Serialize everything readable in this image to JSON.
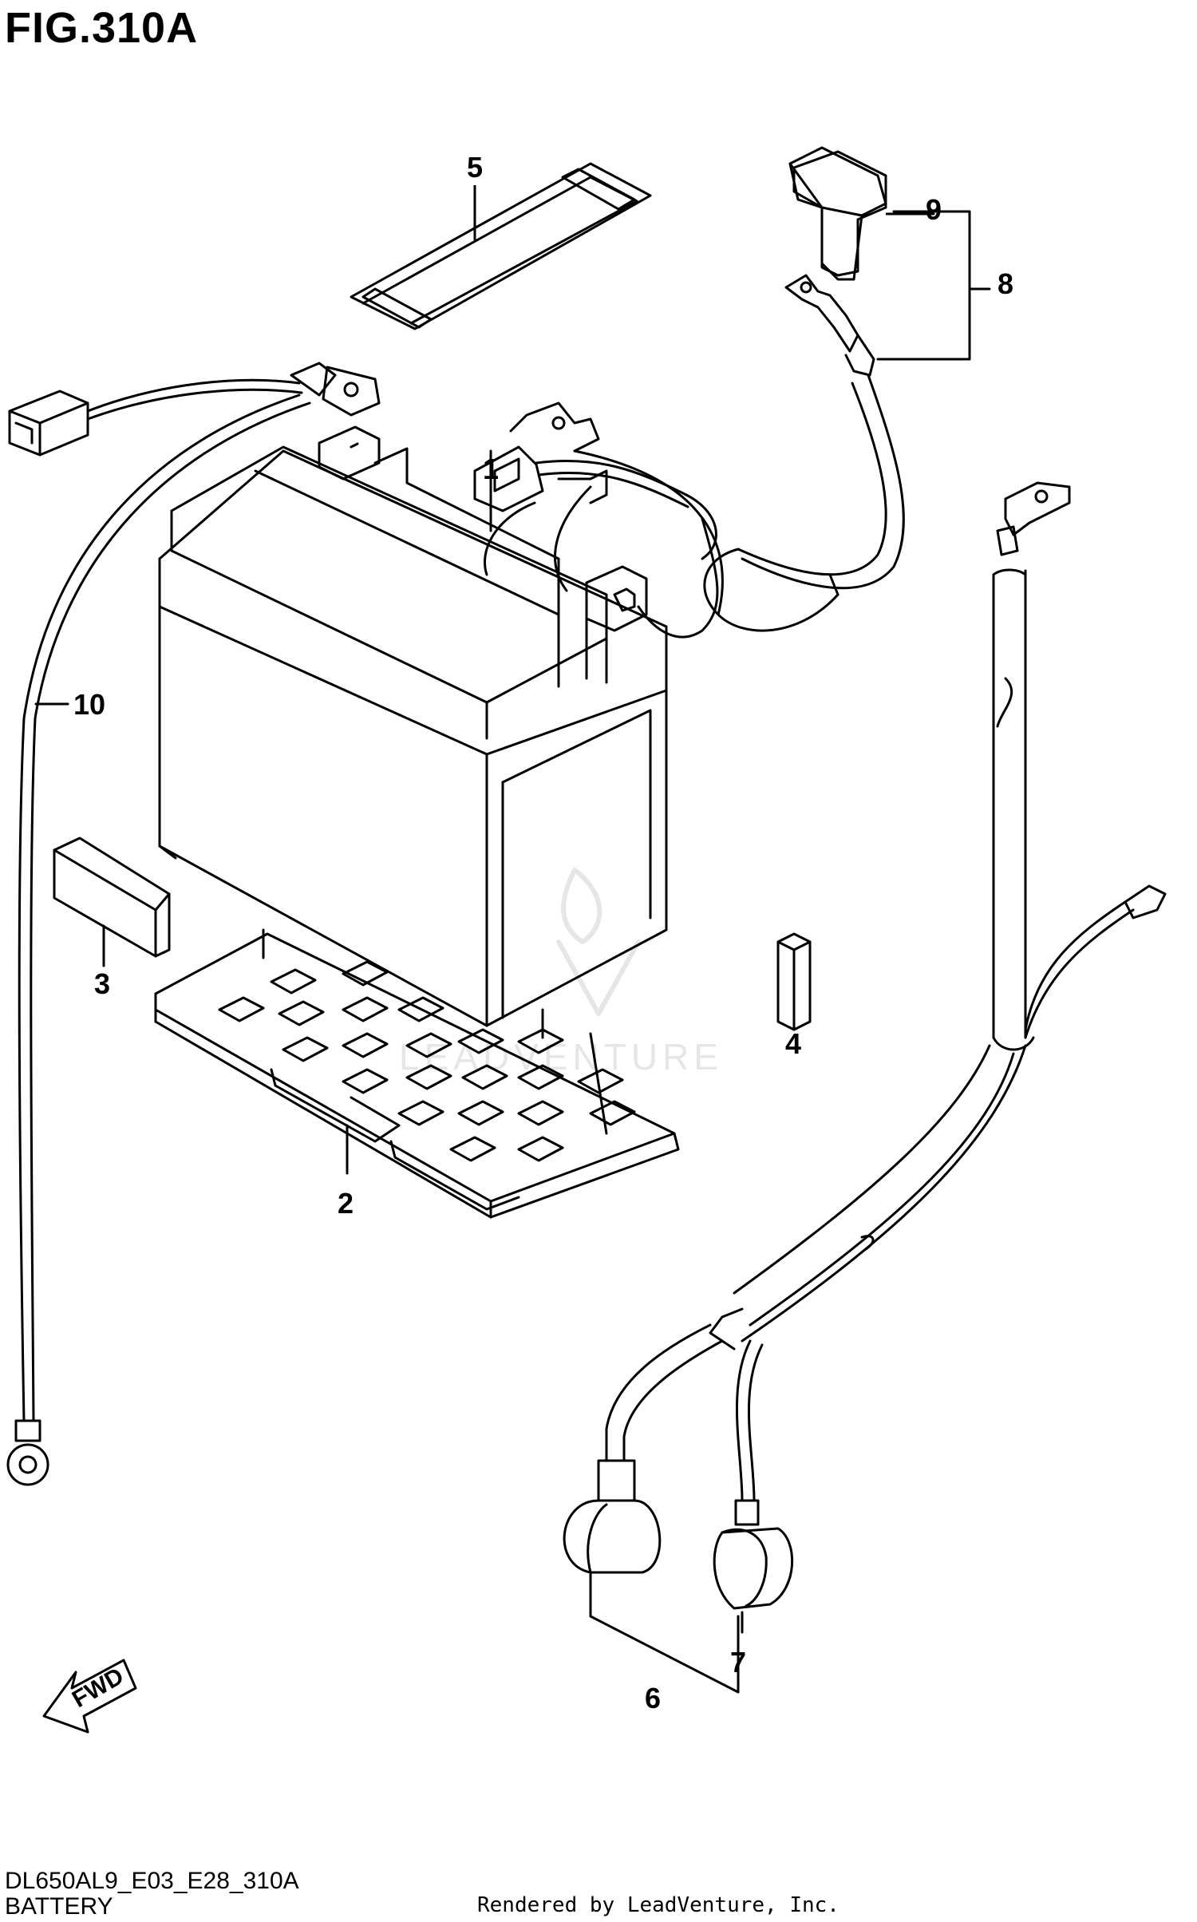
{
  "figure": {
    "title": "FIG.310A"
  },
  "watermark": {
    "text": "LEADVENTURE",
    "color": "#e6e6e6"
  },
  "direction_marker": {
    "label": "FWD",
    "icon": "forward-arrow-icon"
  },
  "callouts": [
    {
      "id": "1",
      "label": "1"
    },
    {
      "id": "2",
      "label": "2"
    },
    {
      "id": "3",
      "label": "3"
    },
    {
      "id": "4",
      "label": "4"
    },
    {
      "id": "5",
      "label": "5"
    },
    {
      "id": "6",
      "label": "6"
    },
    {
      "id": "7",
      "label": "7"
    },
    {
      "id": "8",
      "label": "8"
    },
    {
      "id": "9",
      "label": "9"
    },
    {
      "id": "10",
      "label": "10"
    }
  ],
  "footer": {
    "model_code": "DL650AL9_E03_E28_310A",
    "section_name": "BATTERY",
    "rendered_by": "Rendered by LeadVenture, Inc."
  },
  "colors": {
    "line": "#000000",
    "background": "#ffffff"
  }
}
